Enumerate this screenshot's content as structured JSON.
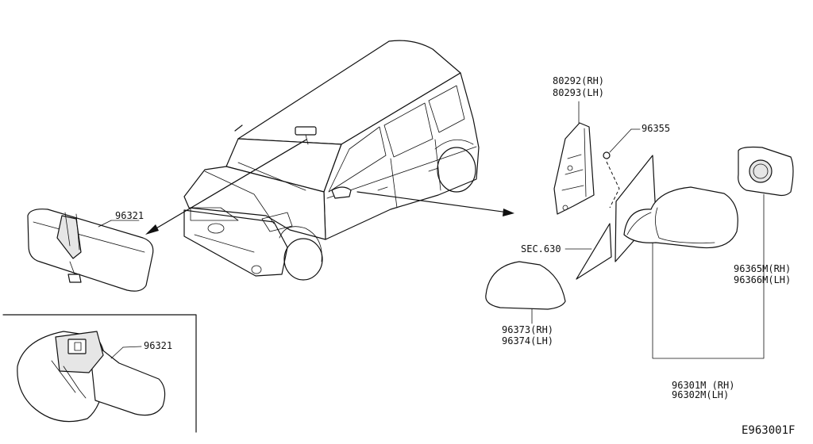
{
  "diagram": {
    "labels": {
      "inner_mirror_main": "96321",
      "inner_mirror_detail": "96321",
      "corner_trim": [
        "80292(RH)",
        "80293(LH)"
      ],
      "clip": "96355",
      "section_ref": "SEC.630",
      "mirror_cover": [
        "96373(RH)",
        "96374(LH)"
      ],
      "mirror_glass": [
        "96365M(RH)",
        "96366M(LH)"
      ],
      "door_mirror": [
        "96301M (RH)",
        "96302M(LH)"
      ],
      "figure_code": "E963001F"
    }
  }
}
